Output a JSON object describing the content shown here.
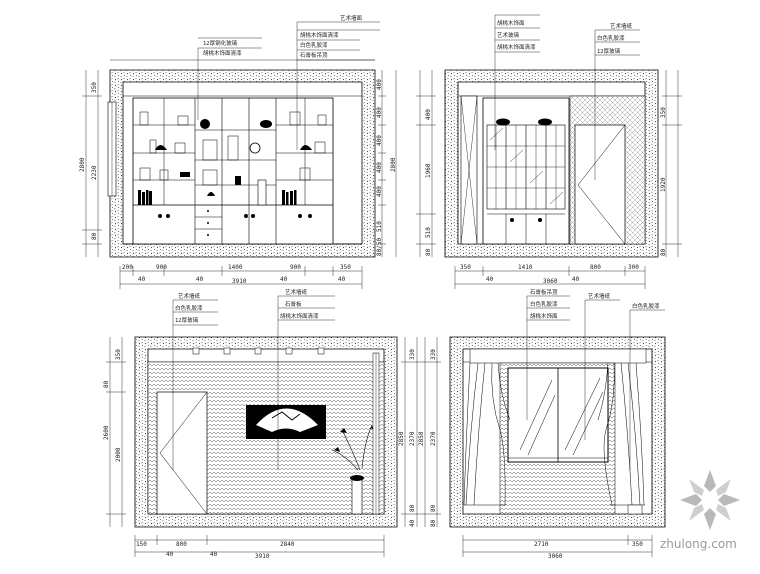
{
  "drawing": {
    "elevation_a": {
      "callouts_left": [
        "12厚钢化玻璃",
        "胡桃木饰面清漆"
      ],
      "callouts_right": [
        "艺术墙面",
        "胡桃木饰面清漆",
        "白色乳胶漆",
        "石膏板吊顶"
      ],
      "dims_bottom": [
        "200",
        "900",
        "1400",
        "900",
        "350"
      ],
      "dim_total": "3910",
      "dims_left": [
        "350",
        "2230",
        "2800",
        "80"
      ],
      "dims_right": [
        "400",
        "400",
        "400",
        "400",
        "400",
        "2800",
        "510",
        "80/50"
      ],
      "dim_marks": [
        "40",
        "40",
        "40",
        "40"
      ]
    },
    "elevation_b": {
      "callouts_left": [
        "胡桃木饰面",
        "艺术玻璃",
        "胡桃木饰面清漆"
      ],
      "callouts_right": [
        "艺术墙纸",
        "白色乳胶漆",
        "12厚玻璃"
      ],
      "dims_bottom": [
        "350",
        "1410",
        "800",
        "300"
      ],
      "dim_total": "3060",
      "dims_left": [
        "400",
        "1960",
        "510",
        "80"
      ],
      "dims_right": [
        "350",
        "1920",
        "80"
      ],
      "dim_marks": [
        "40",
        "40"
      ]
    },
    "elevation_c": {
      "callouts_left": [
        "艺术墙纸",
        "白色乳胶漆",
        "12厚玻璃"
      ],
      "callouts_right": [
        "艺术墙纸",
        "石膏板",
        "胡桃木饰面清漆"
      ],
      "dims_bottom": [
        "150",
        "800",
        "2840"
      ],
      "dim_total": "3910",
      "dims_left": [
        "350",
        "80",
        "2600",
        "2000"
      ],
      "dims_right": [
        "330",
        "2370",
        "2850",
        "80",
        "40"
      ],
      "dim_marks": [
        "40",
        "40"
      ]
    },
    "elevation_d": {
      "callouts_left": [
        "石膏板吊顶",
        "白色乳胶漆",
        "胡桃木饰面"
      ],
      "callouts_center": [
        "艺术墙纸"
      ],
      "callouts_right": [
        "白色乳胶漆"
      ],
      "dims_bottom": [
        "2710",
        "350"
      ],
      "dim_total": "3060",
      "dims_left": [
        "330",
        "2370",
        "2850",
        "80",
        "80"
      ],
      "dim_marks": []
    },
    "watermark": "zhulong.com"
  }
}
